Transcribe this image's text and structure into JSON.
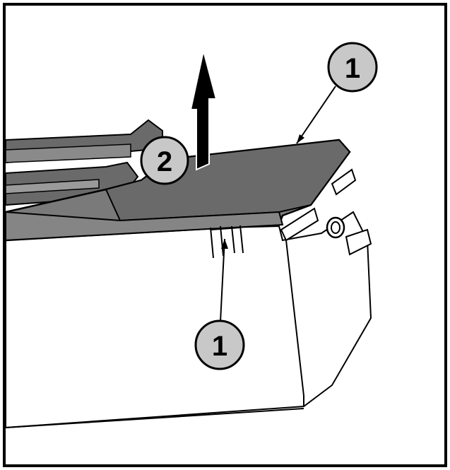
{
  "figure": {
    "callouts": [
      {
        "id": "callout-top-right",
        "label": "1"
      },
      {
        "id": "callout-middle",
        "label": "2"
      },
      {
        "id": "callout-bottom",
        "label": "1"
      }
    ],
    "colors": {
      "frame": "#000000",
      "panel_fill": "#7a7a7a",
      "panel_dark": "#5e5e5e",
      "body_fill": "#ffffff",
      "callout_fill": "#c8c8c8",
      "line": "#000000"
    }
  }
}
